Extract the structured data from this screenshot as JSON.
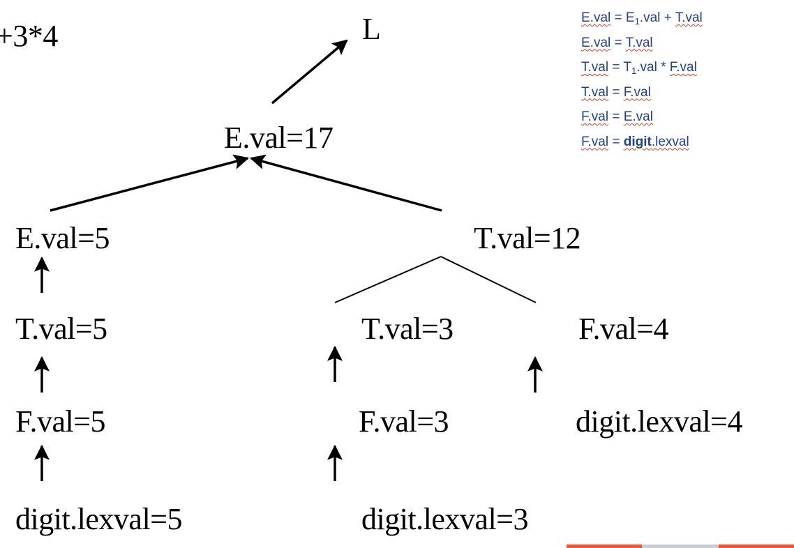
{
  "expression_fragment": "+3*4",
  "root_label": "L",
  "nodes": {
    "e17": "E.val=17",
    "e5": "E.val=5",
    "t12": "T.val=12",
    "t5": "T.val=5",
    "t3": "T.val=3",
    "f4": "F.val=4",
    "f5": "F.val=5",
    "f3": "F.val=3",
    "d4": "digit.lexval=4",
    "d5": "digit.lexval=5",
    "d3": "digit.lexval=3"
  },
  "rules": [
    {
      "parts": [
        {
          "t": "E.val",
          "sq": true
        },
        {
          "t": " = E"
        },
        {
          "t": "1",
          "sub": true
        },
        {
          "t": ".val + "
        },
        {
          "t": "T.val",
          "sq": true
        }
      ]
    },
    {
      "parts": [
        {
          "t": "E.val",
          "sq": true
        },
        {
          "t": " = "
        },
        {
          "t": "T.val",
          "sq": true
        }
      ]
    },
    {
      "parts": [
        {
          "t": "T.val",
          "sq": true
        },
        {
          "t": " = T"
        },
        {
          "t": "1",
          "sub": true
        },
        {
          "t": ".val * "
        },
        {
          "t": "F.val",
          "sq": true
        }
      ]
    },
    {
      "parts": [
        {
          "t": "T.val",
          "sq": true
        },
        {
          "t": " = "
        },
        {
          "t": "F.val",
          "sq": true
        }
      ]
    },
    {
      "parts": [
        {
          "t": "F.val",
          "sq": true
        },
        {
          "t": " = "
        },
        {
          "t": "E.val",
          "sq": true
        }
      ]
    },
    {
      "parts": [
        {
          "t": "F.val",
          "sq": true
        },
        {
          "t": " = "
        },
        {
          "t": "digit",
          "bold": true,
          "sq": true
        },
        {
          "t": ".lexval",
          "sq": true
        }
      ]
    }
  ],
  "colors": {
    "text": "#000000",
    "rule_text": "#1f3f8f",
    "squiggle": "#d23c2a",
    "footer": [
      "#e8573a",
      "#c9ccd1",
      "#e8573a"
    ]
  }
}
